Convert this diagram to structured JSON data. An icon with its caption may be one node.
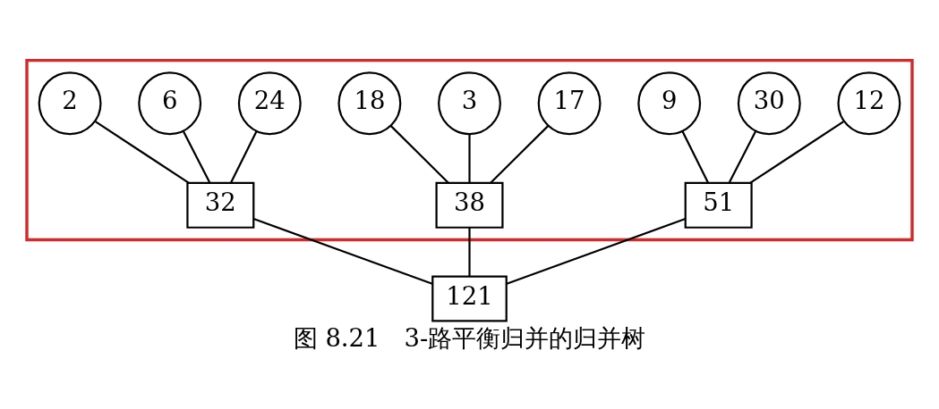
{
  "diagram": {
    "caption": "图 8.21　3-路平衡归并的归并树",
    "nodes": [
      {
        "text": [],
        "shape": "box"
      },
      {
        "text": [
          "9"
        ],
        "in": 0
      },
      {
        "text": [
          "30"
        ],
        "in": 0
      },
      {
        "text": [
          "12"
        ],
        "in": 0
      },
      {
        "text": [
          "18"
        ],
        "in": 0
      },
      {
        "text": [
          "3"
        ],
        "in": 0
      },
      {
        "text": [
          "17"
        ],
        "in": 0
      },
      {
        "text": [
          "2"
        ],
        "in": 0
      },
      {
        "text": [
          "6"
        ],
        "in": 0
      },
      {
        "text": [
          "24"
        ],
        "in": 0
      },
      {
        "text": [
          "51"
        ],
        "in": 0
      },
      {
        "text": [
          "38"
        ],
        "in": 0
      },
      {
        "text": [
          "32"
        ],
        "in": 0
      },
      {
        "text": [
          "121"
        ]
      }
    ],
    "edges": [
      {
        "from": 1,
        "to": 10,
        "arrow": "none"
      },
      {
        "from": 2,
        "to": 10,
        "arrow": "none"
      },
      {
        "from": 3,
        "to": 10,
        "arrow": "none"
      },
      {
        "from": 4,
        "to": 11,
        "arrow": "none"
      },
      {
        "from": 5,
        "to": 11,
        "arrow": "none"
      },
      {
        "from": 6,
        "to": 11,
        "arrow": "none"
      },
      {
        "from": 7,
        "to": 12,
        "arrow": "none"
      },
      {
        "from": 8,
        "to": 12,
        "arrow": "none"
      },
      {
        "from": 9,
        "to": 12,
        "arrow": "none"
      },
      {
        "from": 10,
        "to": 13,
        "arrow": "none"
      },
      {
        "from": 11,
        "to": 13,
        "arrow": "none"
      },
      {
        "from": 12,
        "to": 13,
        "arrow": "none"
      }
    ]
  }
}
